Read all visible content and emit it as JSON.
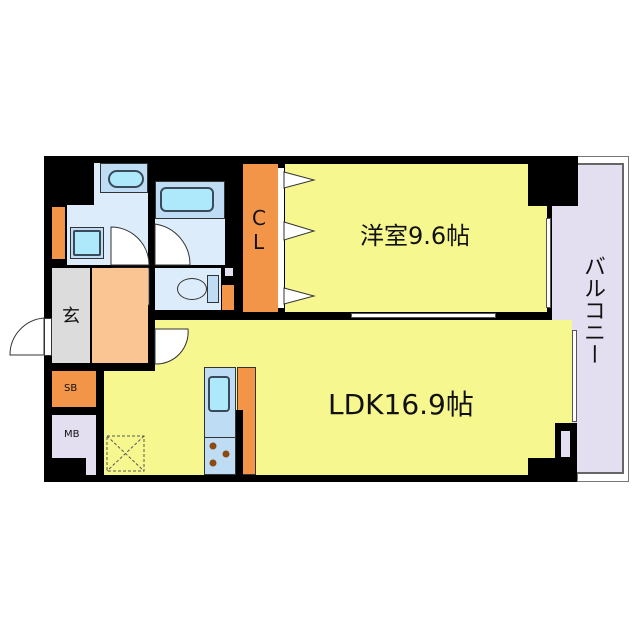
{
  "rooms": {
    "western_room": {
      "label": "洋室9.6帖"
    },
    "ldk": {
      "label": "LDK16.9帖"
    },
    "closet": {
      "label_c": "C",
      "label_l": "L"
    },
    "entrance": {
      "label": "玄"
    },
    "shoe_box": {
      "label": "SB"
    },
    "meter_box": {
      "label": "MB"
    },
    "balcony": {
      "label": "バルコニー"
    }
  },
  "colors": {
    "wall": "#000000",
    "room_floor": "#f7f78f",
    "wet_area": "#dcecfa",
    "storage": "#f29548",
    "hallway": "#fbc493",
    "entrance": "#dcdcdc",
    "balcony": "#e3dff0"
  }
}
